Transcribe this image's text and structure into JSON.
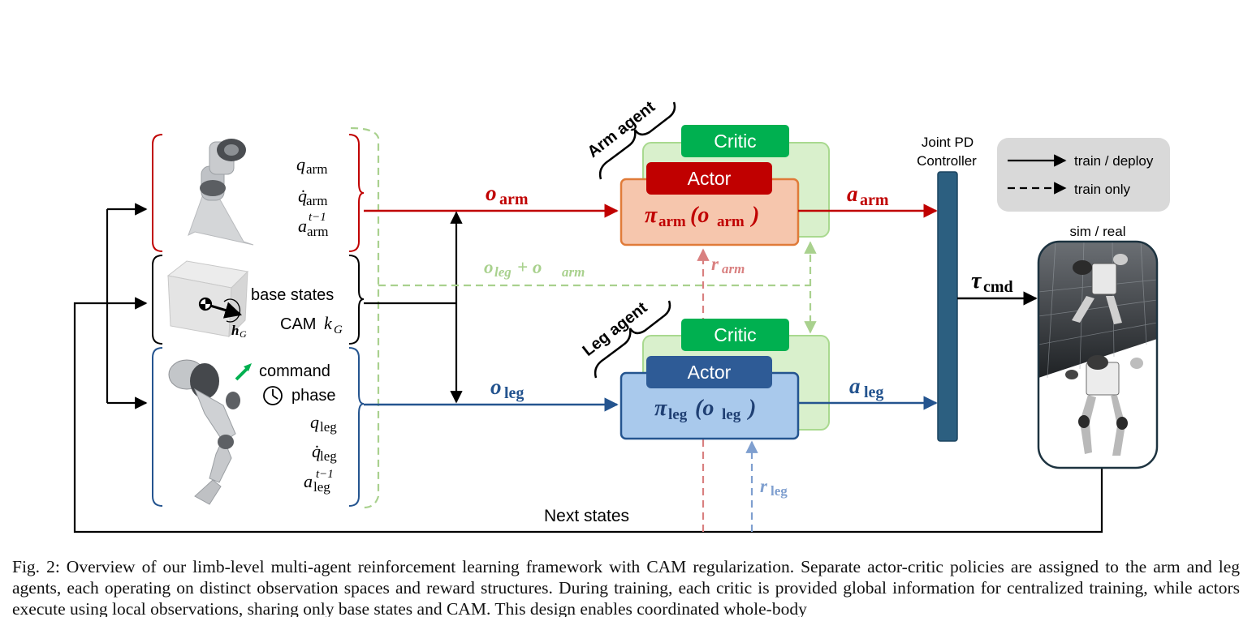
{
  "colors": {
    "arm": "#c00000",
    "leg": "#24548f",
    "critic_green": "#00b050",
    "critic_bg": "#d9f0cc",
    "critic_border": "#a9d98f",
    "actor_arm_body": "#f6c6ad",
    "actor_arm_border": "#e07b39",
    "actor_leg_body": "#a9c9ec",
    "actor_leg_border": "#24548f",
    "actor_leg_head": "#2e5b96",
    "reward_arm": "#d98080",
    "reward_leg": "#7f9fcf",
    "dashed_green": "#a9d18e",
    "pd_bar": "#2c5f80",
    "legend_bg": "#d9d9d9",
    "black": "#000000"
  },
  "observations": {
    "arm": [
      "q",
      "arm",
      "q̇",
      "arm",
      "a",
      "arm",
      "t−1"
    ],
    "base": {
      "base_states": "base states",
      "cam": "CAM",
      "cam_var": "k",
      "cam_sub": "G",
      "h": "h",
      "h_sub": "G"
    },
    "leg": {
      "command": "command",
      "phase": "phase",
      "q": "q",
      "q_sub": "leg",
      "qdot": "q̇",
      "qdot_sub": "leg",
      "a": "a",
      "a_sub": "leg",
      "a_sup": "t−1"
    }
  },
  "signals": {
    "o_arm": "o",
    "o_arm_sub": "arm",
    "o_leg": "o",
    "o_leg_sub": "leg",
    "o_global": "o",
    "o_global_sub1": "leg",
    "o_global_plus": " + o",
    "o_global_sub2": "arm",
    "r_arm": "r",
    "r_arm_sub": "arm",
    "r_leg": "r",
    "r_leg_sub": "leg",
    "a_arm": "a",
    "a_arm_sub": "arm",
    "a_leg": "a",
    "a_leg_sub": "leg",
    "tau": "τ",
    "tau_sub": "cmd"
  },
  "agents": {
    "arm": {
      "label": "Arm agent",
      "critic": "Critic",
      "actor": "Actor",
      "policy_pi": "π",
      "policy_sub": "arm",
      "policy_open": "(o",
      "policy_arg_sub": "arm",
      "policy_close": ")"
    },
    "leg": {
      "label": "Leg agent",
      "critic": "Critic",
      "actor": "Actor",
      "policy_pi": "π",
      "policy_sub": "leg",
      "policy_open": "(o",
      "policy_arg_sub": "leg",
      "policy_close": ")"
    }
  },
  "controller": {
    "line1": "Joint PD",
    "line2": "Controller"
  },
  "legend": {
    "solid": "train / deploy",
    "dashed": "train only"
  },
  "robot_panel": {
    "label": "sim / real"
  },
  "feedback": {
    "label": "Next states"
  },
  "caption": "Fig. 2: Overview of our limb-level multi-agent reinforcement learning framework with CAM regularization. Separate actor-critic policies are assigned to the arm and leg agents, each operating on distinct observation spaces and reward structures. During training, each critic is provided global information for centralized training, while actors execute using local observations, sharing only base states and CAM. This design enables coordinated whole-body"
}
